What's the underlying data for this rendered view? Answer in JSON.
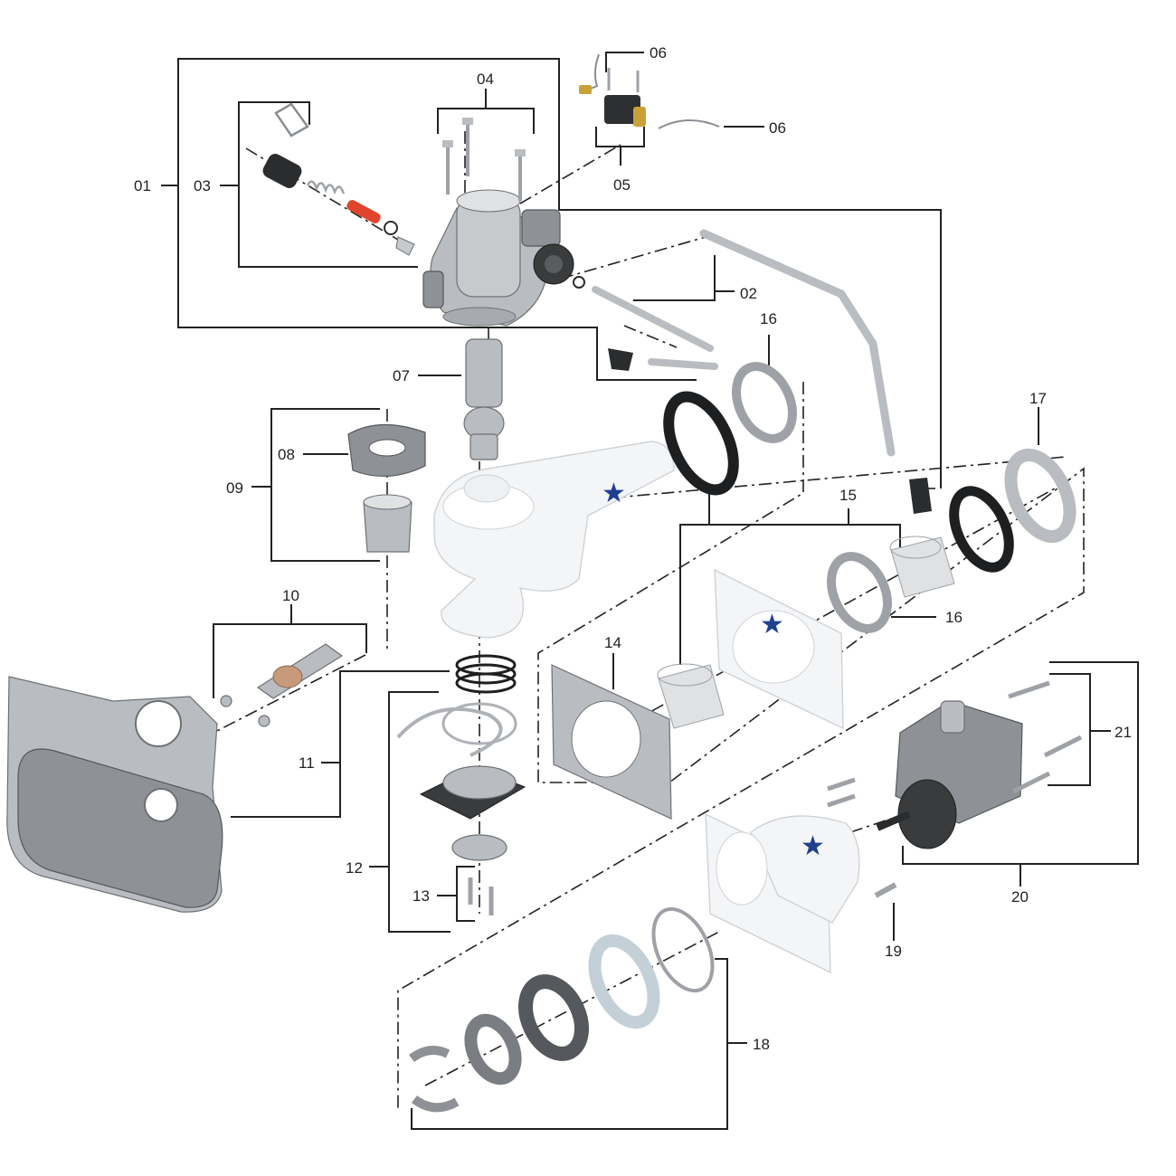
{
  "diagram": {
    "labels": {
      "01": "01",
      "02": "02",
      "03": "03",
      "04": "04",
      "05": "05",
      "06a": "06",
      "06b": "06",
      "07": "07",
      "08": "08",
      "09": "09",
      "10": "10",
      "11": "11",
      "12": "12",
      "13": "13",
      "14": "14",
      "15": "15",
      "16a": "16",
      "16b": "16",
      "17": "17",
      "18": "18",
      "19": "19",
      "20": "20",
      "21": "21"
    },
    "star_color": "#1f3f8f",
    "accent_red": "#e0452c",
    "rubber_color": "#1e1f21",
    "white_part_color": "#f4f5f6"
  }
}
